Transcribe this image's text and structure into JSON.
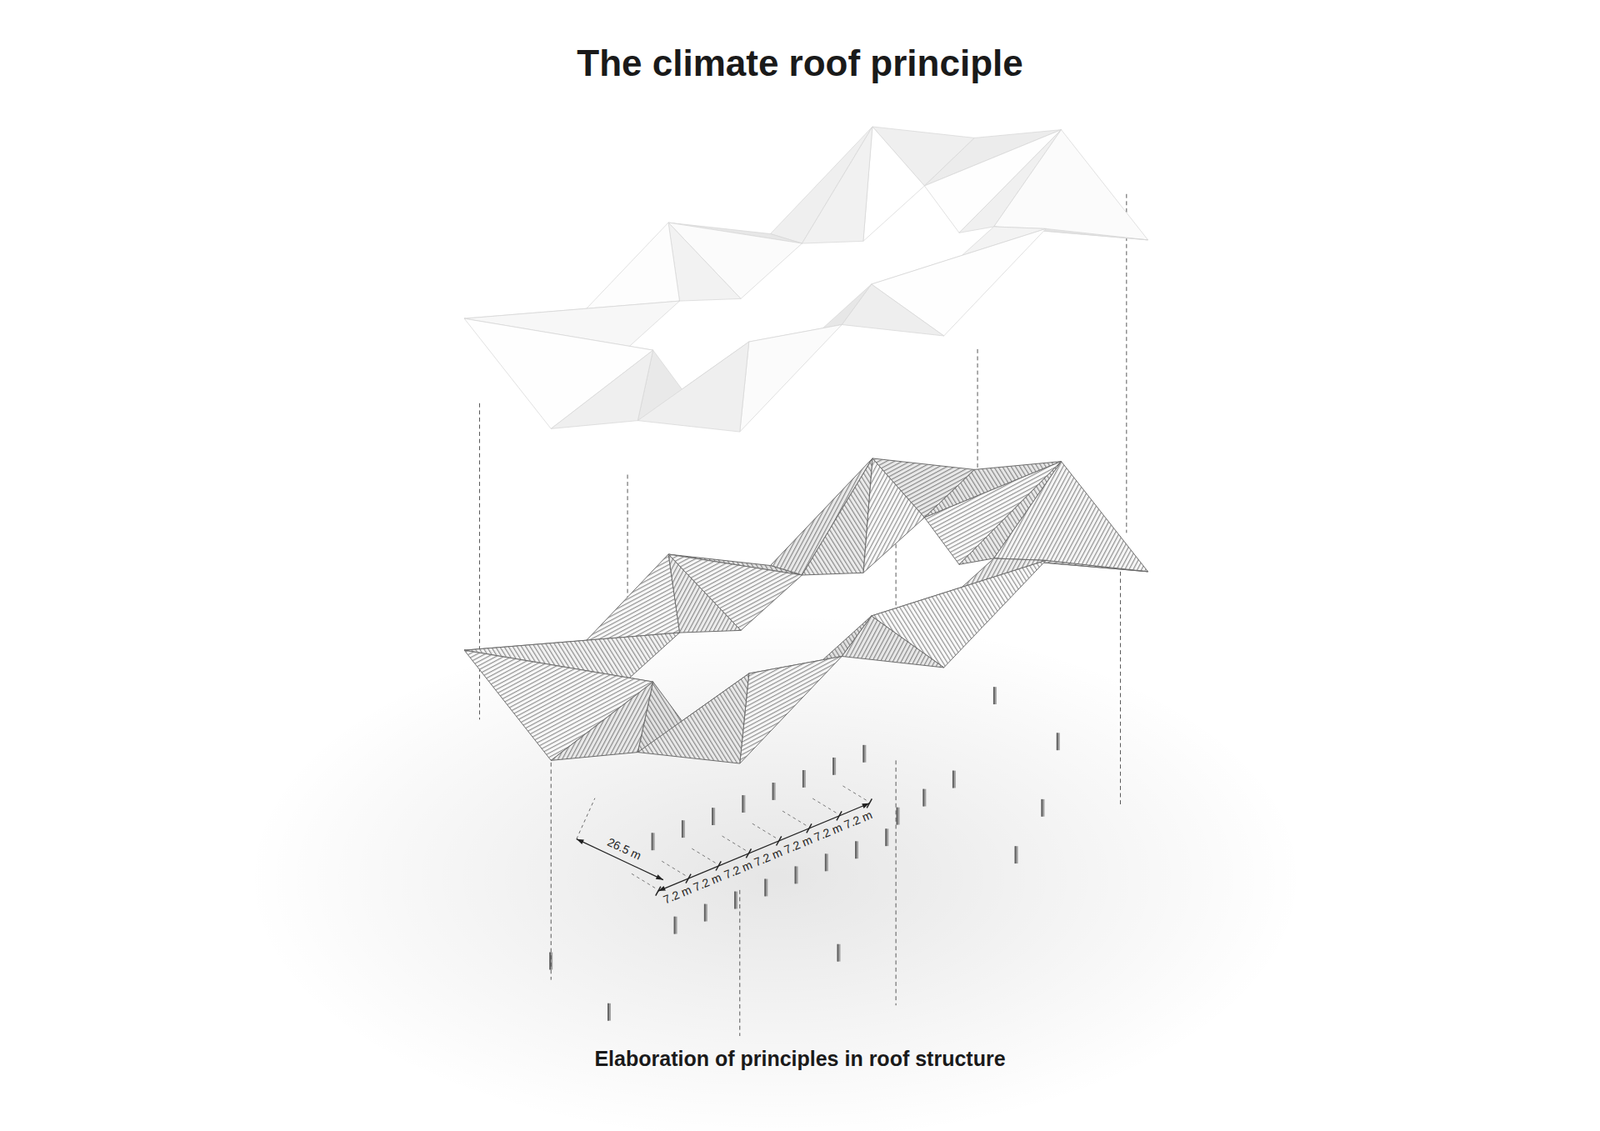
{
  "diagram": {
    "title": "The climate roof principle",
    "caption": "Elaboration of principles in roof structure",
    "labels": [
      "26.5 m",
      "7.2 m",
      "7.2 m",
      "7.2 m",
      "7.2 m",
      "7.2 m",
      "7.2 m",
      "7.2 m"
    ]
  }
}
